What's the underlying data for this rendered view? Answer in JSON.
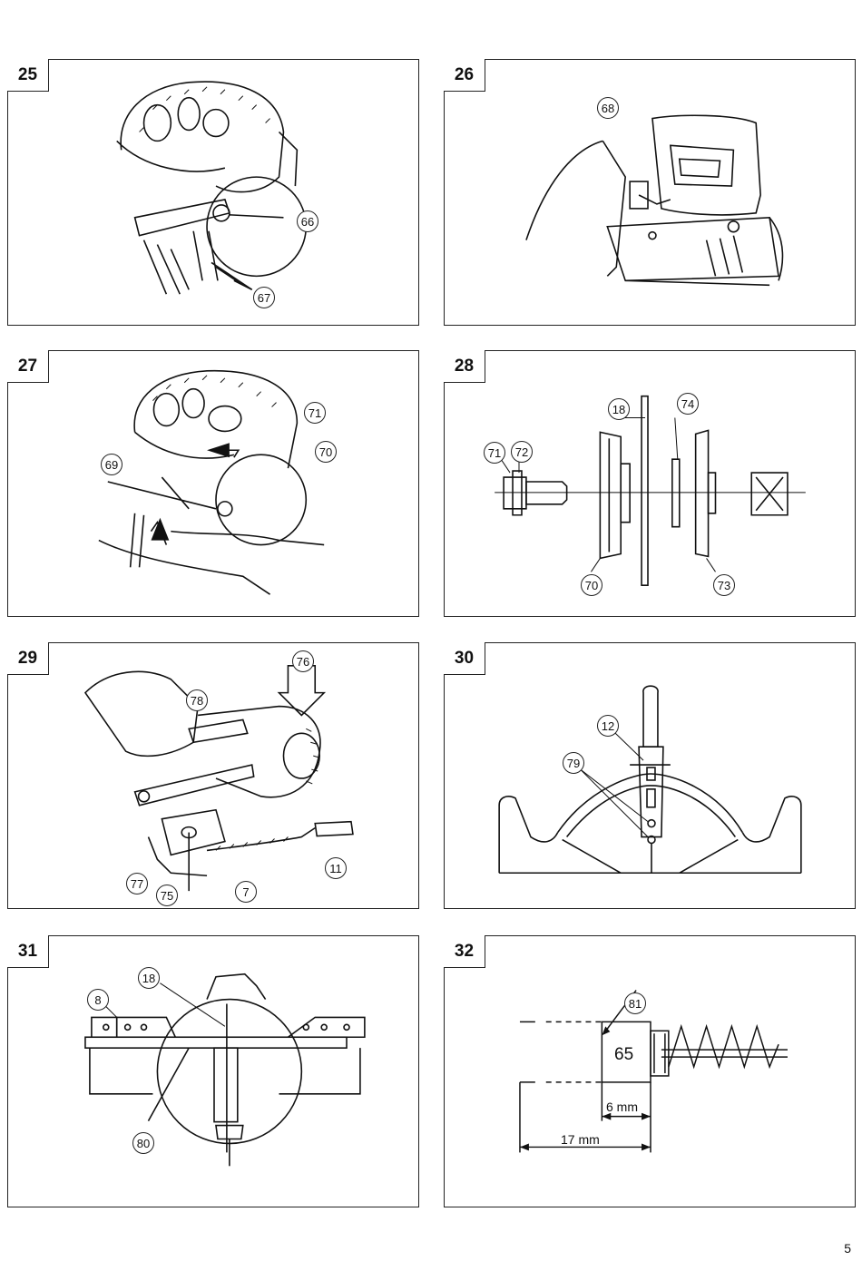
{
  "figures": [
    {
      "number": "25",
      "callouts": [
        "66",
        "67"
      ]
    },
    {
      "number": "26",
      "callouts": [
        "68"
      ]
    },
    {
      "number": "27",
      "callouts": [
        "71",
        "70",
        "69"
      ]
    },
    {
      "number": "28",
      "callouts": [
        "18",
        "74",
        "71",
        "72",
        "70",
        "73"
      ]
    },
    {
      "number": "29",
      "callouts": [
        "76",
        "78",
        "77",
        "75",
        "7",
        "11"
      ]
    },
    {
      "number": "30",
      "callouts": [
        "12",
        "79"
      ]
    },
    {
      "number": "31",
      "callouts": [
        "18",
        "8",
        "80"
      ]
    },
    {
      "number": "32",
      "callouts": [
        "81"
      ],
      "block_label": "65",
      "dim_short": "6 mm",
      "dim_long": "17 mm"
    }
  ],
  "page_number": "5"
}
